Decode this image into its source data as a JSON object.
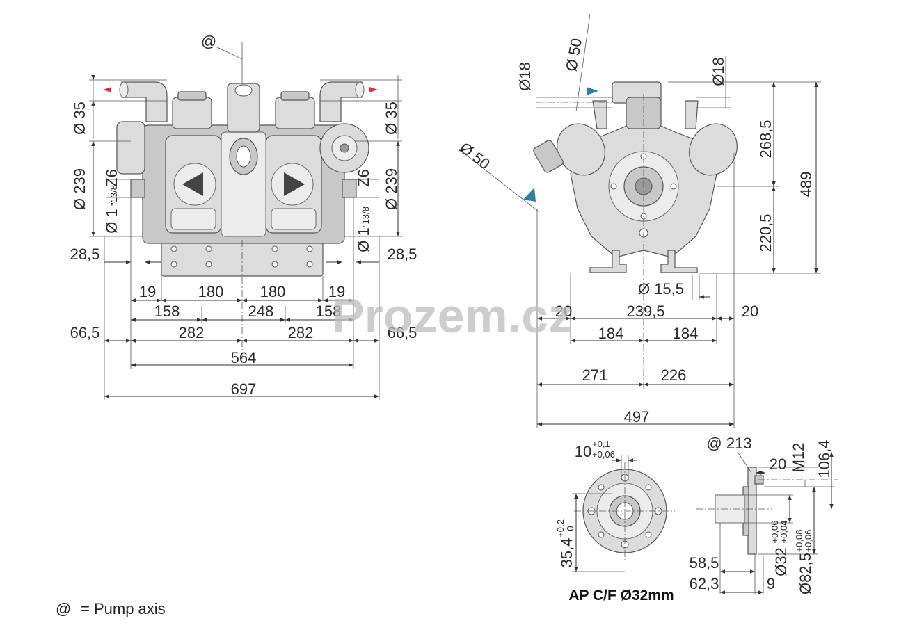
{
  "watermark": "Prozem.cz",
  "legend": {
    "symbol": "@",
    "text": "= Pump axis"
  },
  "caption": "AP C/F Ø32mm",
  "front": {
    "axis_mark": "@",
    "d35_left": "Ø 35",
    "d35_right": "Ø 35",
    "d239_left": "Ø 239",
    "d239_right": "Ø 239",
    "z6_left": "Z6",
    "z6_right": "Z6",
    "shaft_left_main": "Ø 1",
    "shaft_left_frac": "\"13/8",
    "shaft_right_main": "Ø 1",
    "shaft_right_frac": "\"13/8",
    "d28_5_left": "28,5",
    "d28_5_right": "28,5",
    "d19_left": "19",
    "d180_left": "180",
    "d180_right": "180",
    "d19_right": "19",
    "d158_left": "158",
    "d248": "248",
    "d158_right": "158",
    "d66_5_left": "66,5",
    "d282_left": "282",
    "d282_right": "282",
    "d66_5_right": "66,5",
    "d564": "564",
    "d697": "697"
  },
  "side": {
    "d18_left": "Ø18",
    "d50_top": "Ø 50",
    "d18_right": "Ø18",
    "d50_diag": "Ø 50",
    "d268_5": "268,5",
    "d489": "489",
    "d220_5": "220,5",
    "d15_5": "Ø 15,5",
    "d20_left": "20",
    "d239_5": "239,5",
    "d20_right": "20",
    "d184_left": "184",
    "d184_right": "184",
    "d271": "271",
    "d226": "226",
    "d497": "497"
  },
  "flange": {
    "d10": "10",
    "d10_tol_up": "+0,1",
    "d10_tol_dn": "+0,06",
    "d35_4": "35,4",
    "d35_4_tol_up": "+0,2",
    "d35_4_tol_dn": "0",
    "at213": "@ 213",
    "d20": "20",
    "m12": "M12",
    "d106_4": "106,4",
    "d58_5": "58,5",
    "d62_3": "62,3",
    "d9": "9",
    "d32": "Ø32",
    "d32_tol_up": "+0,06",
    "d32_tol_dn": "+0,04",
    "d82_5": "Ø82,5",
    "d82_5_tol_up": "+0,08",
    "d82_5_tol_dn": "+0,06"
  }
}
